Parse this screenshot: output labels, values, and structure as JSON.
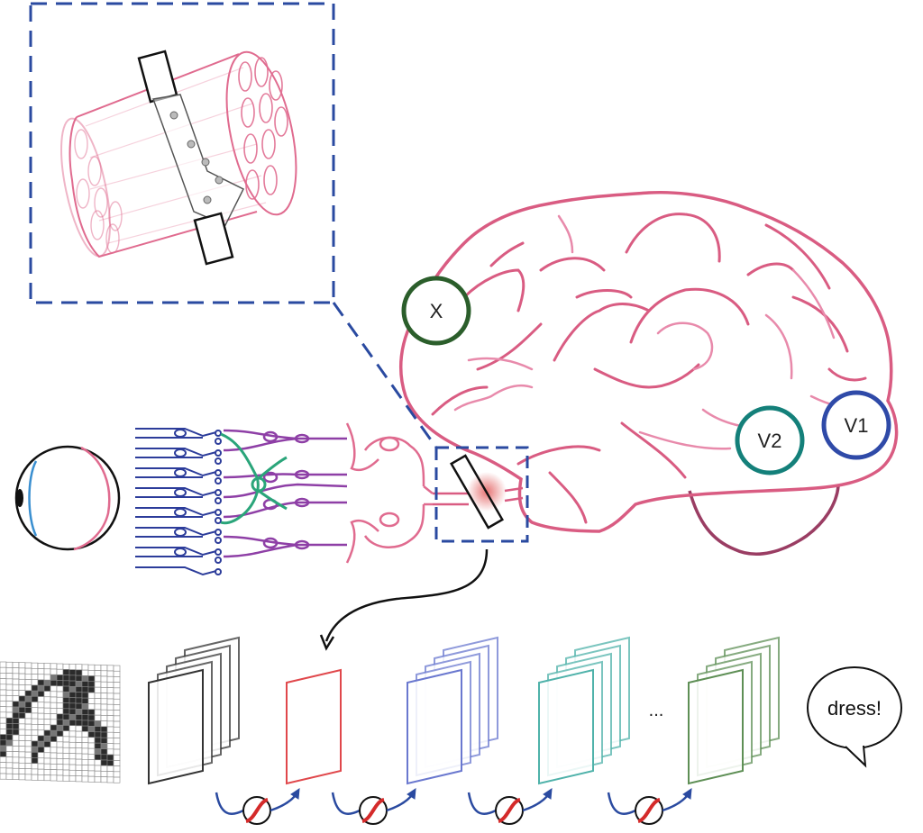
{
  "labels": {
    "region_x": "X",
    "region_v2": "V2",
    "region_v1": "V1",
    "ellipsis": "...",
    "speech": "dress!"
  },
  "colors": {
    "brain": "#d95c82",
    "brain_inner": "#e88aab",
    "cerebellum": "#9a3d63",
    "dashed_box": "#2a4aa0",
    "circle_x": "#2b5e2b",
    "circle_v2": "#14807a",
    "circle_v1": "#2f4aa8",
    "retina_blue": "#2c3c9a",
    "retina_purple": "#8e3fa6",
    "retina_green": "#2aa57a",
    "eye_pink": "#e06b8f",
    "eye_blue": "#3a8fd0",
    "arrow_blue": "#2a4aa0",
    "nonlin_red": "#d42a2a",
    "stack_black": "#333333",
    "stack_red": "#e0474b",
    "stack_blue": "#6a78cf",
    "stack_teal": "#4fb2aa",
    "stack_green": "#5e8f55"
  },
  "icons": [
    "eye-icon",
    "pixel-image-icon",
    "speech-bubble-icon",
    "nonlinearity-icon"
  ]
}
